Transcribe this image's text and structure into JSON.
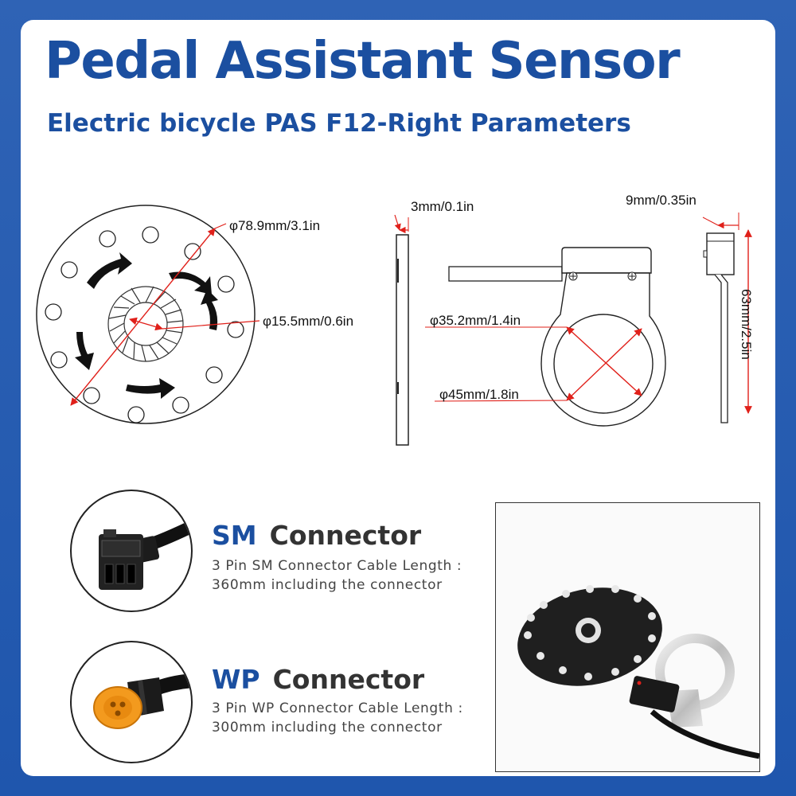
{
  "header": {
    "title": "Pedal Assistant Sensor",
    "subtitle": "Electric bicycle PAS F12-Right Parameters"
  },
  "dimensions": {
    "disc_outer": "φ78.9mm/3.1in",
    "disc_inner": "φ15.5mm/0.6in",
    "disc_thickness": "3mm/0.1in",
    "ring_inner": "φ35.2mm/1.4in",
    "ring_outer": "φ45mm/1.8in",
    "sensor_depth": "9mm/0.35in",
    "sensor_height": "63mm/2.5in"
  },
  "connectors": [
    {
      "abbr": "SM",
      "title": "Connector",
      "line1": "3 Pin SM Connector Cable Length :",
      "line2": "360mm including the connector"
    },
    {
      "abbr": "WP",
      "title": "Connector",
      "line1": "3 Pin WP Connector Cable Length :",
      "line2": "300mm  including the connector"
    }
  ],
  "colors": {
    "brand_blue": "#1b4fa0",
    "background_blue": "#2a5fb3",
    "dimension_red": "#e0201a",
    "wp_connector_orange": "#f39a1e"
  }
}
